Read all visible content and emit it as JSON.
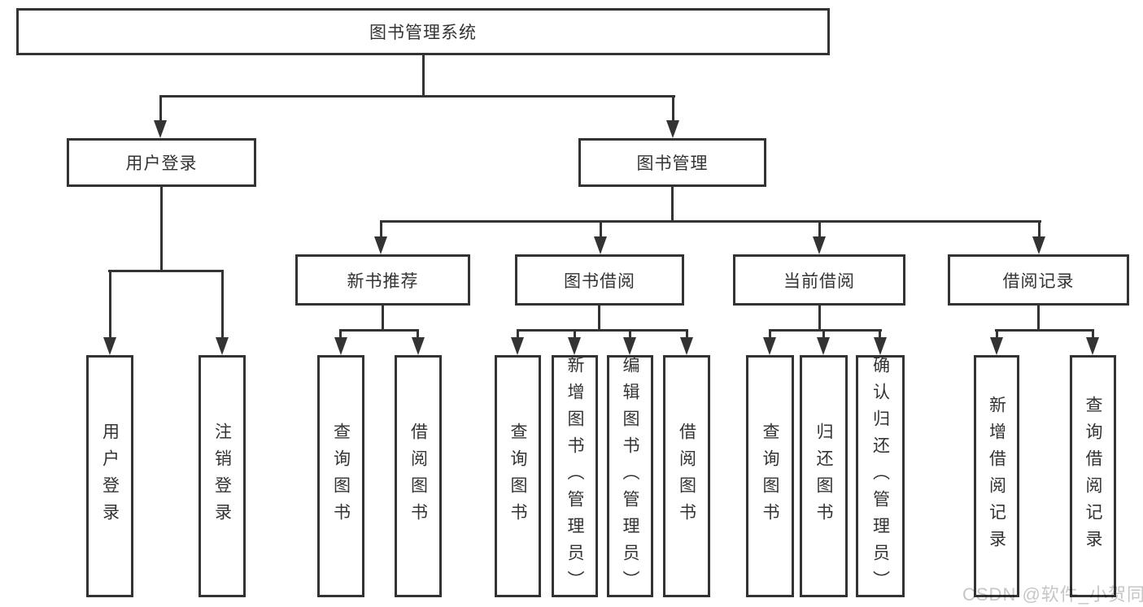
{
  "tree": {
    "label": "图书管理系统",
    "children": [
      {
        "label": "用户登录",
        "children": [
          {
            "label": "用户登录"
          },
          {
            "label": "注销登录"
          }
        ]
      },
      {
        "label": "图书管理",
        "children": [
          {
            "label": "新书推荐",
            "children": [
              {
                "label": "查询图书"
              },
              {
                "label": "借阅图书"
              }
            ]
          },
          {
            "label": "图书借阅",
            "children": [
              {
                "label": "查询图书"
              },
              {
                "label": "新增图书（管理员）"
              },
              {
                "label": "编辑图书（管理员）"
              },
              {
                "label": "借阅图书"
              }
            ]
          },
          {
            "label": "当前借阅",
            "children": [
              {
                "label": "查询图书"
              },
              {
                "label": "归还图书"
              },
              {
                "label": "确认归还（管理员）"
              }
            ]
          },
          {
            "label": "借阅记录",
            "children": [
              {
                "label": "新增借阅记录"
              },
              {
                "label": "查询借阅记录"
              }
            ]
          }
        ]
      }
    ]
  },
  "watermark": {
    "text": "CSDN @软件_小贺同学"
  },
  "colors": {
    "line": "#333333",
    "text": "#333333",
    "watermark": "#c6c6c6",
    "background": "#ffffff"
  }
}
